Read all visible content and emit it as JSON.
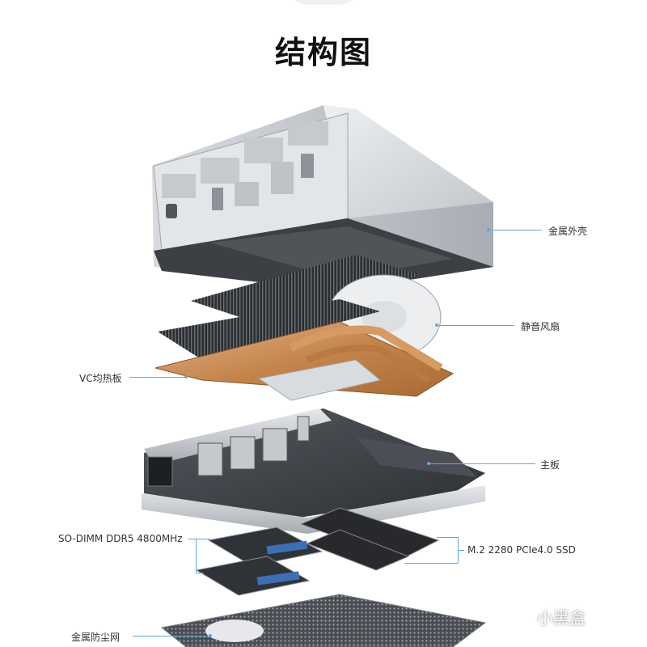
{
  "title": "结构图",
  "labels": {
    "metal_shell": "金属外壳",
    "silent_fan": "静音风扇",
    "vc_plate": "VC均热板",
    "motherboard": "主板",
    "memory": "SO-DIMM DDR5 4800MHz",
    "ssd": "M.2 2280 PCIe4.0 SSD",
    "dust_filter": "金属防尘网"
  },
  "watermark": "小黑盒",
  "colors": {
    "leader_line": "#5aa9e6",
    "shell": "#c9cdd2",
    "copper": "#c98a52",
    "board": "#3a3d42"
  }
}
